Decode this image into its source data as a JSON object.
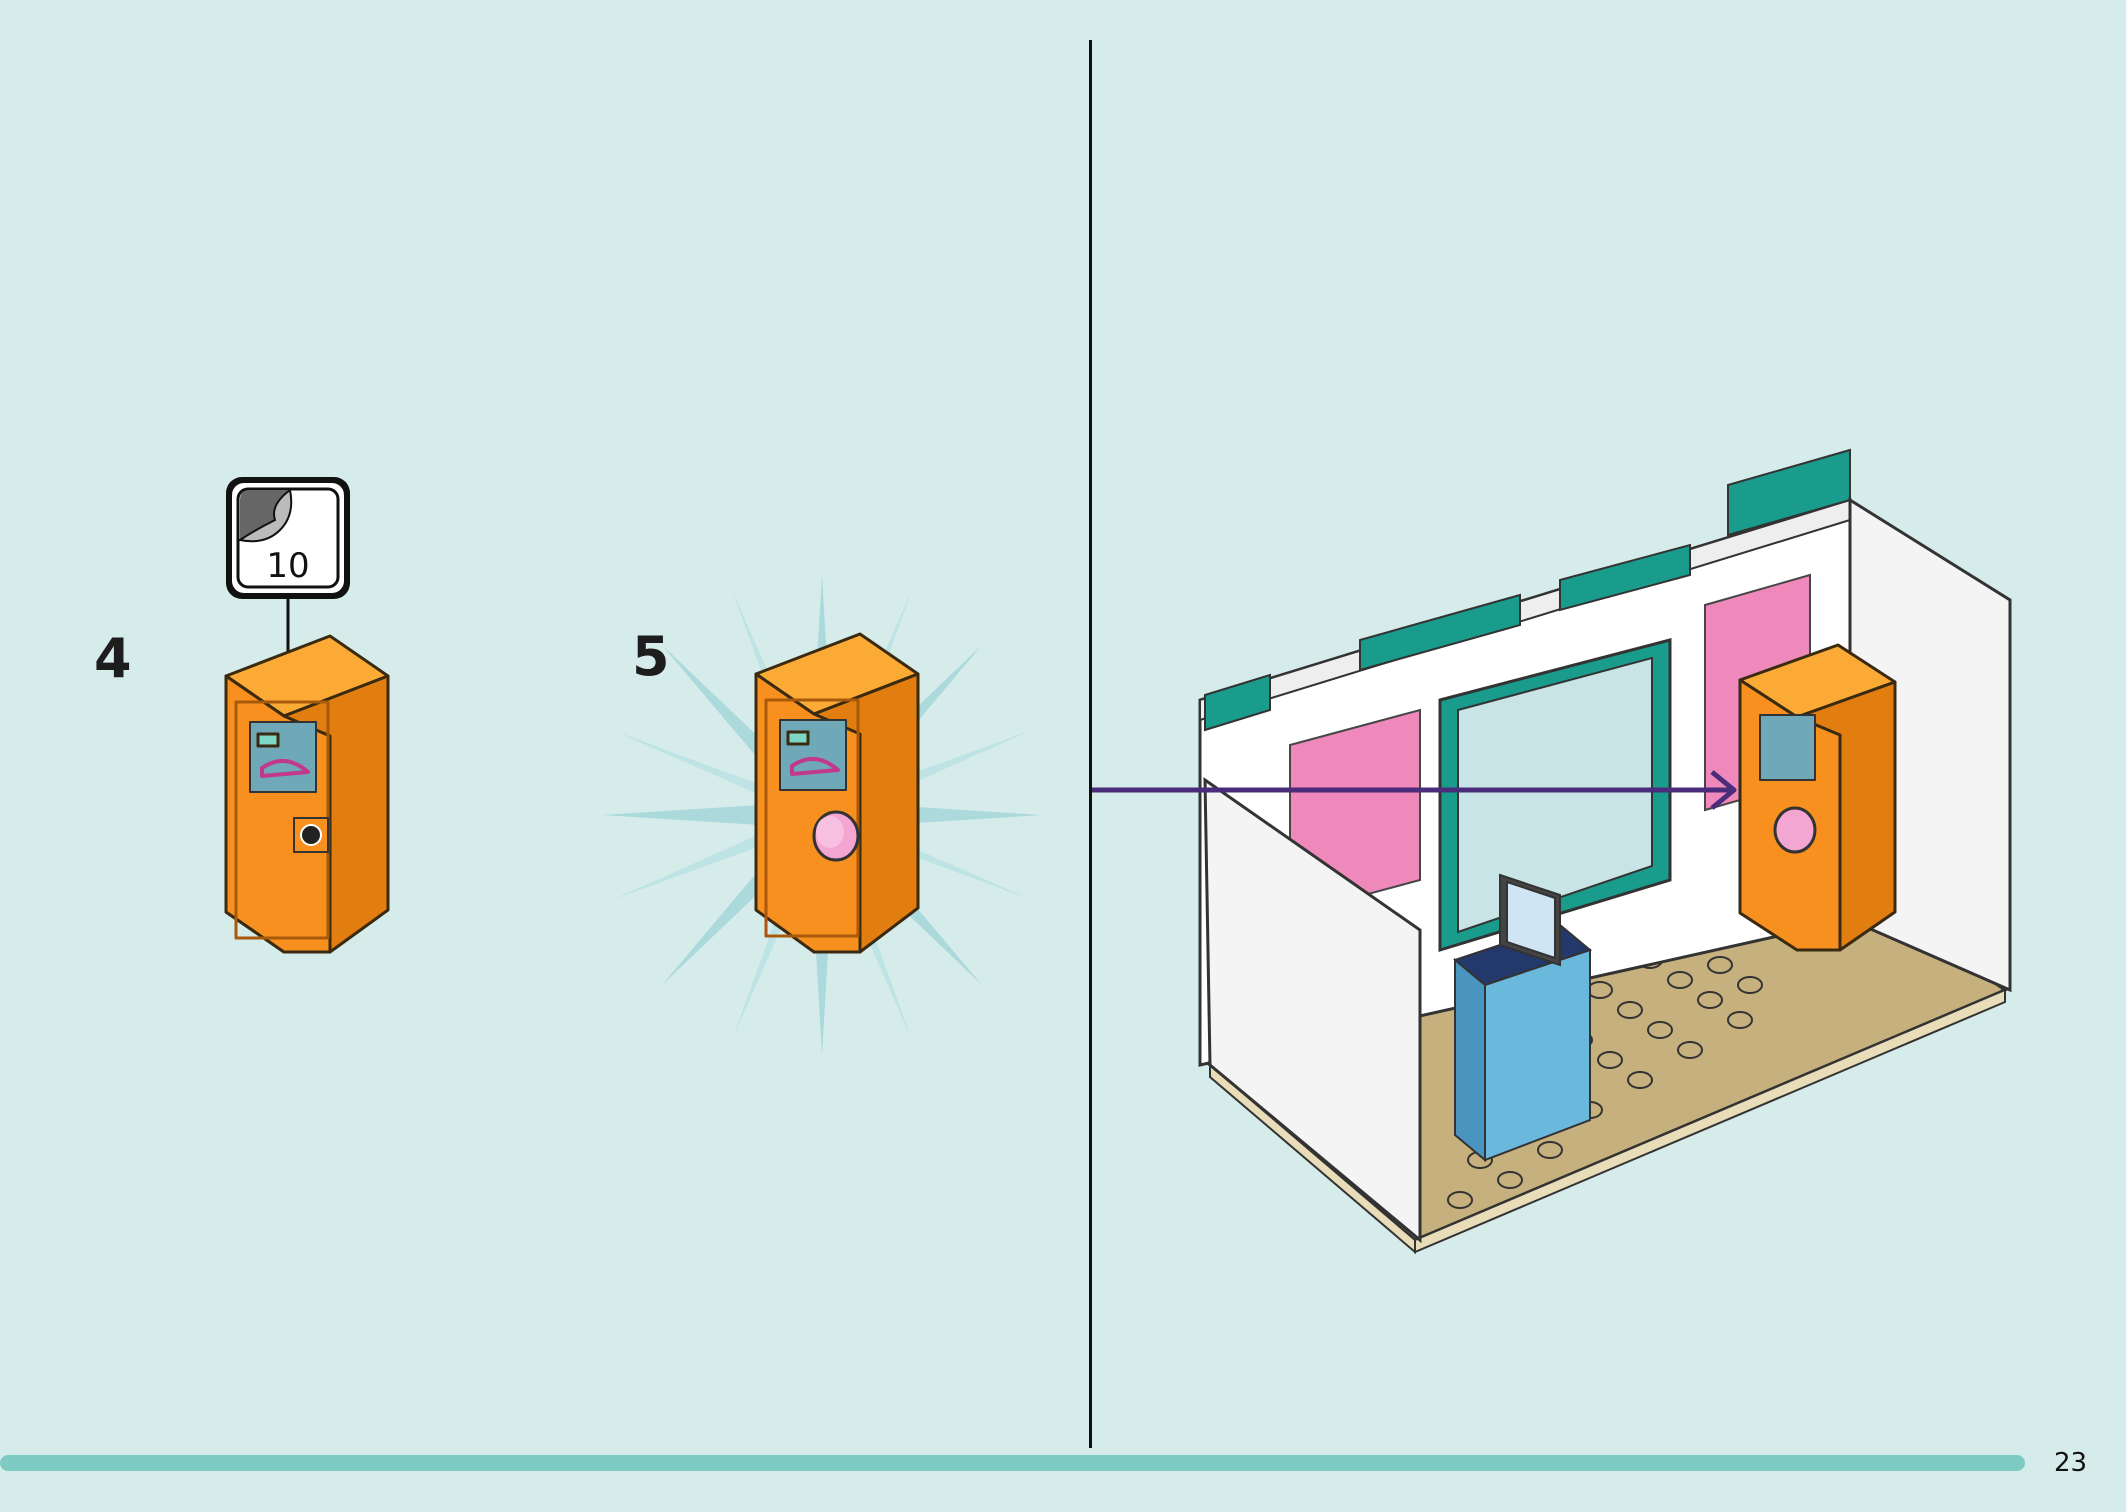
{
  "steps": [
    {
      "number": "4",
      "sticker_callout": "10"
    },
    {
      "number": "5"
    }
  ],
  "page_number": "23",
  "colors": {
    "background": "#d6ecea",
    "brick_orange": "#f7901e",
    "brick_orange_top": "#fbab35",
    "accent_teal": "#1a9c8d",
    "pink_panel": "#ef7db4",
    "tan_base": "#c6b17e",
    "arrow_purple": "#4b2c7a",
    "footer_bar": "#7ecbc4"
  },
  "icons": [
    "sticker-sheet-icon",
    "wardrobe-brick",
    "round-knob",
    "arrow-icon",
    "computer-desk"
  ]
}
